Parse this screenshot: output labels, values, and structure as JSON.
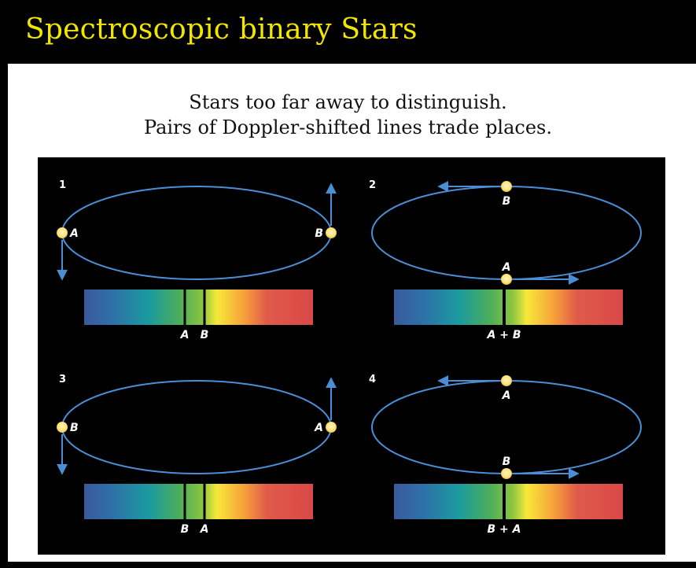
{
  "slide": {
    "title": "Spectroscopic binary Stars",
    "subtitle_line1": "Stars too far away to distinguish.",
    "subtitle_line2": "Pairs of Doppler-shifted lines trade places."
  },
  "colors": {
    "title": "#f2e600",
    "orbit": "#4a8fd6",
    "star": "#ffe27a",
    "spectrum_stops": [
      "#3a5a9c",
      "#2f6fa8",
      "#1a9aa0",
      "#4cae5a",
      "#8dc63f",
      "#f7e83a",
      "#f6a03a",
      "#e05a4a",
      "#d94848"
    ]
  },
  "figure": {
    "panels": [
      {
        "number": "1",
        "stars": [
          {
            "label": "A",
            "position": "left",
            "motion": "down"
          },
          {
            "label": "B",
            "position": "right",
            "motion": "up"
          }
        ],
        "spectrum_caption": [
          {
            "text": "A"
          },
          {
            "text": "B"
          }
        ]
      },
      {
        "number": "2",
        "stars": [
          {
            "label": "B",
            "position": "top",
            "motion": "left"
          },
          {
            "label": "A",
            "position": "bottom",
            "motion": "right"
          }
        ],
        "spectrum_caption": [
          {
            "text": "A + B"
          }
        ]
      },
      {
        "number": "3",
        "stars": [
          {
            "label": "B",
            "position": "left",
            "motion": "down"
          },
          {
            "label": "A",
            "position": "right",
            "motion": "up"
          }
        ],
        "spectrum_caption": [
          {
            "text": "B"
          },
          {
            "text": "A"
          }
        ]
      },
      {
        "number": "4",
        "stars": [
          {
            "label": "A",
            "position": "top",
            "motion": "left"
          },
          {
            "label": "B",
            "position": "bottom",
            "motion": "right"
          }
        ],
        "spectrum_caption": [
          {
            "text": "B + A"
          }
        ]
      }
    ]
  }
}
